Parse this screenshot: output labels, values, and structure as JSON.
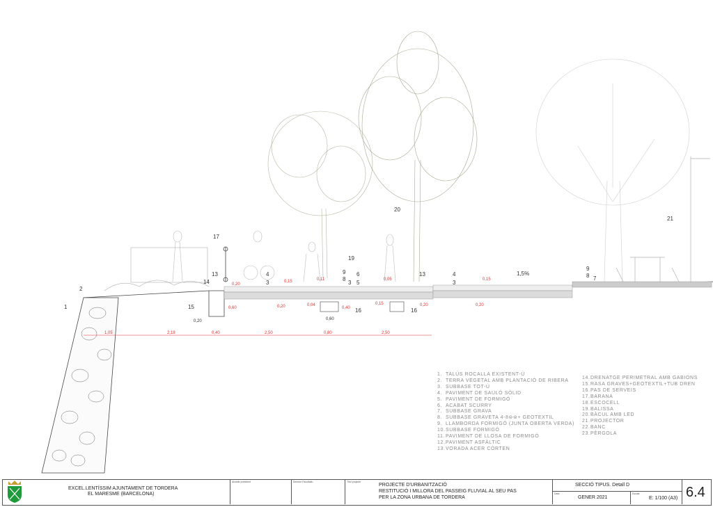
{
  "labels": {
    "callouts": [
      "1",
      "2",
      "15",
      "14",
      "13",
      "17",
      "4",
      "3",
      "19",
      "9",
      "8",
      "6",
      "5",
      "3",
      "13",
      "4",
      "3",
      "20",
      "21",
      "9",
      "8",
      "7",
      "16",
      "16"
    ],
    "slope": "1,5%",
    "dim_red_top": [
      "0,20",
      "0,15",
      "0,11",
      "0,05",
      "0,15"
    ],
    "dim_red_bottom": [
      "0,20",
      "0,60",
      "0,04",
      "0,40",
      "0,15",
      "0,20",
      "0,20"
    ],
    "dim_small": [
      "0,20",
      "0,60"
    ],
    "dim_bottom": [
      "1,05",
      "2,18",
      "0,40",
      "2,50",
      "0,80",
      "2,50"
    ]
  },
  "legend_left": [
    {
      "n": "1.",
      "t": "TALÚS ROCALLA EXISTENT-Ú"
    },
    {
      "n": "2.",
      "t": "TERRA VEGETAL AMB PLANTACIÓ DE RIBERA"
    },
    {
      "n": "3.",
      "t": "SUBBASE TOT-Ú"
    },
    {
      "n": "4.",
      "t": "PAVIMENT DE SAULÓ SÒLID"
    },
    {
      "n": "5.",
      "t": "PAVIMENT DE FORMIGÓ"
    },
    {
      "n": "6.",
      "t": "ACABAT SCURRY"
    },
    {
      "n": "7.",
      "t": "SUBBASE GRAVA"
    },
    {
      "n": "8.",
      "t": "SUBBASE GRAVETA 4-8⊜⊜+ GEOTEXTIL"
    },
    {
      "n": "9.",
      "t": "LLAMBORDA FORMIGÓ (JUNTA OBERTA VERDA)"
    },
    {
      "n": "10.",
      "t": "SUBBASE FORMIGÓ"
    },
    {
      "n": "11.",
      "t": "PAVIMENT DE LLOSA DE FORMIGÓ"
    },
    {
      "n": "12.",
      "t": "PAVIMENT ASFÀLTIC"
    },
    {
      "n": "13.",
      "t": "VORADA ACER CÒRTEN"
    }
  ],
  "legend_right": [
    {
      "n": "14.",
      "t": "DRENATGE PERIMETRAL AMB GABIONS"
    },
    {
      "n": "15.",
      "t": "RASA GRAVES+GEOTEXTIL+TUB DREN"
    },
    {
      "n": "16.",
      "t": "PAS DE SERVEIS"
    },
    {
      "n": "17.",
      "t": "BARANA"
    },
    {
      "n": "18.",
      "t": "ESCOCELL"
    },
    {
      "n": "19.",
      "t": "BALISSA"
    },
    {
      "n": "20.",
      "t": "BÀCUL AMB LED"
    },
    {
      "n": "21.",
      "t": "PROJECTOR"
    },
    {
      "n": "22.",
      "t": "BANC"
    },
    {
      "n": "23.",
      "t": "PÈRGOLA"
    }
  ],
  "titleblock": {
    "client_line1": "EXCEL.LENTÍSSIM AJUNTAMENT DE TORDERA",
    "client_line2": "EL MARESME (BARCELONA)",
    "field_a": "Alcalde-president",
    "field_b": "Director Facultatiu",
    "field_c": "Títol projecte",
    "project_line1": "PROJECTE D'URBANITZACIÓ",
    "project_line2": "RESTITUCIÓ I MILLORA DEL PASSEIG FLUVIAL AL SEU PAS",
    "project_line3": "PER LA ZONA URBANA DE TORDERA",
    "sheet_title": "SECCIÓ TIPUS. Detall D",
    "date_label": "Data",
    "date": "GENER 2021",
    "scale_label": "Escala",
    "scale": "E: 1/100 (A3)",
    "sheet_no": "6.4"
  },
  "colors": {
    "line": "#444444",
    "dim": "#e53030",
    "tree": "#b5b5a0",
    "faint": "#c8c8c8",
    "logo_green": "#1f9a3a",
    "logo_gold": "#c99a2e"
  }
}
